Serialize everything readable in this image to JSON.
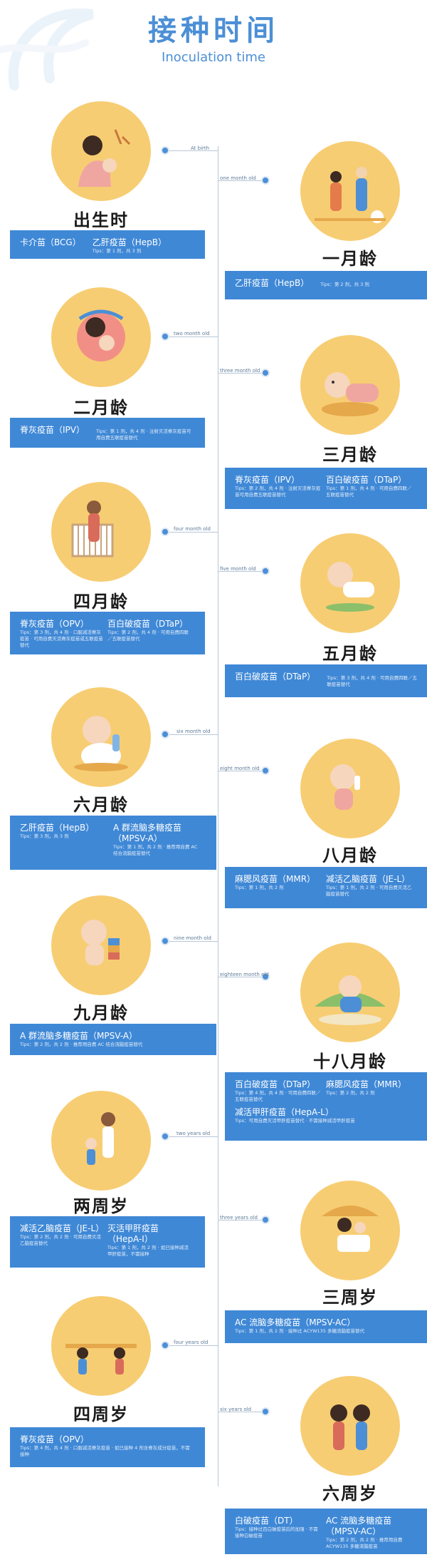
{
  "header": {
    "title": "接种时间",
    "subtitle": "Inoculation time"
  },
  "timeline": [
    {
      "label": "At birth",
      "age": "出生时",
      "side": "left",
      "vaccines": [
        {
          "name": "卡介苗（BCG）",
          "tip": ""
        },
        {
          "name": "乙肝疫苗（HepB）",
          "tip": "Tips：第 1 剂，共 3 剂"
        }
      ]
    },
    {
      "label": "one month old",
      "age": "一月龄",
      "side": "right",
      "vaccines": [
        {
          "name": "乙肝疫苗（HepB）",
          "tip": "Tips：第 2 剂，共 3 剂"
        }
      ]
    },
    {
      "label": "two month old",
      "age": "二月龄",
      "side": "left",
      "vaccines": [
        {
          "name": "脊灰疫苗（IPV）",
          "tip": "Tips：第 1 剂，共 4 剂 · 注射灭活脊灰疫苗可用自费五联疫苗替代"
        }
      ]
    },
    {
      "label": "three month old",
      "age": "三月龄",
      "side": "right",
      "vaccines": [
        {
          "name": "脊灰疫苗（IPV）",
          "tip": "Tips：第 2 剂，共 4 剂 · 注射灭活脊灰疫苗可用自费五联疫苗替代"
        },
        {
          "name": "百白破疫苗（DTaP）",
          "tip": "Tips：第 1 剂，共 4 剂 · 可用自费四联／五联疫苗替代"
        }
      ]
    },
    {
      "label": "four month old",
      "age": "四月龄",
      "side": "left",
      "vaccines": [
        {
          "name": "脊灰疫苗（OPV）",
          "tip": "Tips：第 3 剂，共 4 剂 · 口服减活脊灰疫苗 · 可用自费灭活脊灰疫苗或五联疫苗替代"
        },
        {
          "name": "百白破疫苗（DTaP）",
          "tip": "Tips：第 2 剂，共 4 剂 · 可用自费四联／五联疫苗替代"
        }
      ]
    },
    {
      "label": "five month old",
      "age": "五月龄",
      "side": "right",
      "vaccines": [
        {
          "name": "百白破疫苗（DTaP）",
          "tip": "Tips：第 3 剂，共 4 剂 · 可用自费四联／五联疫苗替代"
        }
      ]
    },
    {
      "label": "six month old",
      "age": "六月龄",
      "side": "left",
      "vaccines": [
        {
          "name": "乙肝疫苗（HepB）",
          "tip": "Tips：第 3 剂，共 3 剂"
        },
        {
          "name": "A 群流脑多糖疫苗（MPSV-A）",
          "tip": "Tips：第 1 剂，共 2 剂 · 推荐用自费 AC 结合流脑疫苗替代"
        }
      ]
    },
    {
      "label": "eight month old",
      "age": "八月龄",
      "side": "right",
      "vaccines": [
        {
          "name": "麻腮风疫苗（MMR）",
          "tip": "Tips：第 1 剂，共 2 剂"
        },
        {
          "name": "减活乙脑疫苗（JE-L）",
          "tip": "Tips：第 1 剂，共 2 剂 · 可用自费灭活乙脑疫苗替代"
        }
      ]
    },
    {
      "label": "nine month old",
      "age": "九月龄",
      "side": "left",
      "vaccines": [
        {
          "name": "A 群流脑多糖疫苗（MPSV-A）",
          "tip": "Tips：第 2 剂，共 2 剂 · 推荐用自费 AC 结合流脑疫苗替代"
        }
      ]
    },
    {
      "label": "eighteen month old",
      "age": "十八月龄",
      "side": "right",
      "vaccines": [
        {
          "name": "百白破疫苗（DTaP）",
          "tip": "Tips：第 4 剂，共 4 剂 · 可用自费四联／五联疫苗替代"
        },
        {
          "name": "麻腮风疫苗（MMR）",
          "tip": "Tips：第 2 剂，共 2 剂"
        },
        {
          "name": "减活甲肝疫苗（HepA-L）",
          "tip": "Tips：可用自费灭活甲肝疫苗替代 · 不需接种减活甲肝疫苗"
        }
      ]
    },
    {
      "label": "two years old",
      "age": "两周岁",
      "side": "left",
      "vaccines": [
        {
          "name": "减活乙脑疫苗（JE-L）",
          "tip": "Tips：第 2 剂，共 2 剂 · 可用自费灭活乙脑疫苗替代"
        },
        {
          "name": "灭活甲肝疫苗（HepA-I）",
          "tip": "Tips：第 1 剂，共 2 剂 · 如已接种减活甲肝疫苗，不需接种"
        }
      ]
    },
    {
      "label": "three years old",
      "age": "三周岁",
      "side": "right",
      "vaccines": [
        {
          "name": "AC 流脑多糖疫苗（MPSV-AC）",
          "tip": "Tips：第 1 剂，共 2 剂 · 接种过 ACYW135 多糖流脑疫苗替代"
        }
      ]
    },
    {
      "label": "four years old",
      "age": "四周岁",
      "side": "left",
      "vaccines": [
        {
          "name": "脊灰疫苗（OPV）",
          "tip": "Tips：第 4 剂，共 4 剂 · 口服减活脊灰疫苗 · 如已接种 4 剂含脊灰成分疫苗，不需接种"
        }
      ]
    },
    {
      "label": "six years old",
      "age": "六周岁",
      "side": "right",
      "vaccines": [
        {
          "name": "白破疫苗（DT）",
          "tip": "Tips：接种过百白破疫苗后的加强 · 不需接种白破疫苗"
        },
        {
          "name": "AC 流脑多糖疫苗（MPSV-AC）",
          "tip": "Tips：第 2 剂，共 2 剂 · 推荐用自费 ACYW135 多糖流脑疫苗"
        }
      ]
    }
  ]
}
